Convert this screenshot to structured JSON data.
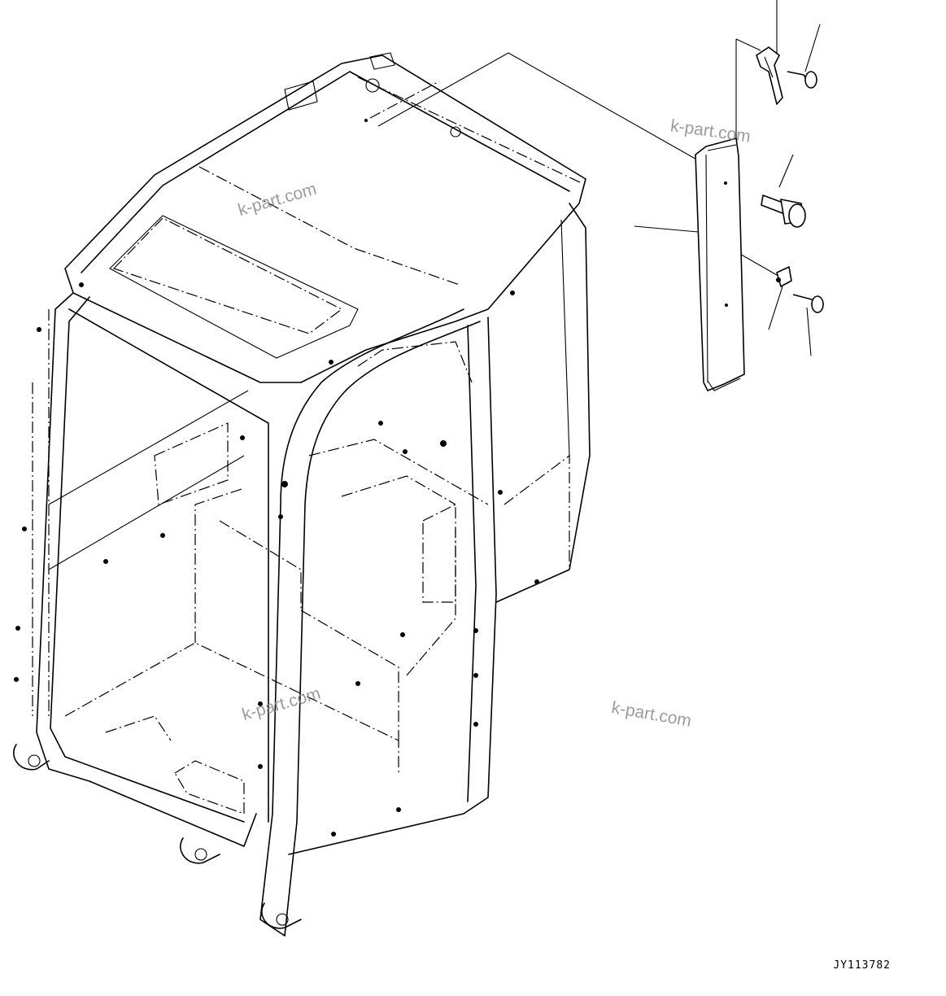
{
  "drawing": {
    "code": "JY113782",
    "watermarks": [
      "k-part.com",
      "k-part.com",
      "k-part.com",
      "k-part.com"
    ]
  }
}
